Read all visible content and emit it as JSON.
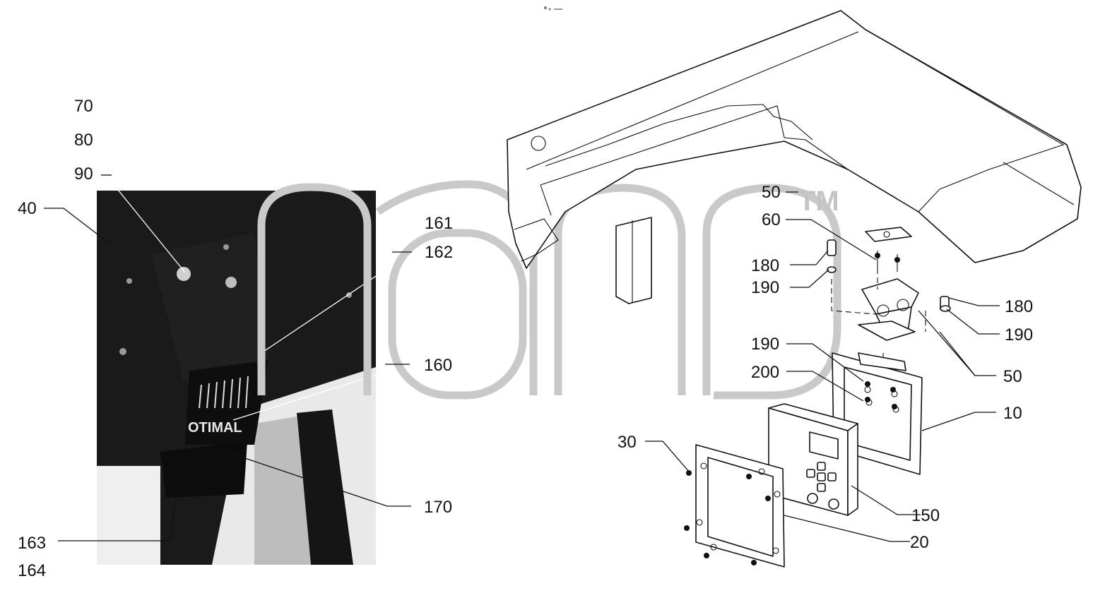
{
  "watermark": {
    "tm": "TM"
  },
  "labels": {
    "l70": "70",
    "l80": "80",
    "l90": "90",
    "l40": "40",
    "l161": "161",
    "l162": "162",
    "l160": "160",
    "l170": "170",
    "l163": "163",
    "l164": "164",
    "l50a": "50",
    "l60": "60",
    "l180a": "180",
    "l190a": "190",
    "l180b": "180",
    "l190b": "190",
    "l190c": "190",
    "l200": "200",
    "l50b": "50",
    "l10": "10",
    "l30": "30",
    "l150": "150",
    "l20": "20"
  },
  "photo_marking": "OTIMAL",
  "colors": {
    "ink": "#111111",
    "watermark": "#c9c9c9",
    "photo_dark": "#121212"
  }
}
